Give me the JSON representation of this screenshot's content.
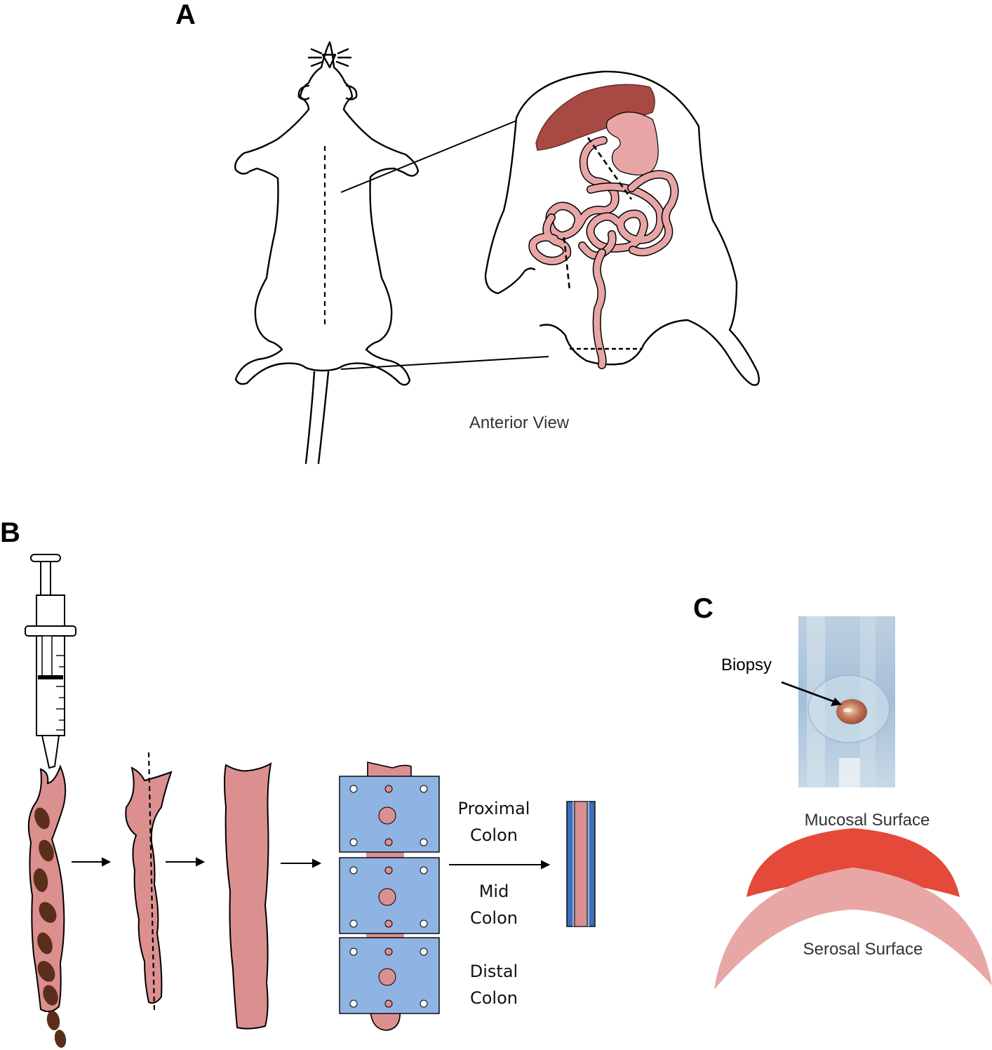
{
  "panels": {
    "a": {
      "letter": "A",
      "view_label": "Anterior View"
    },
    "b": {
      "letter": "B",
      "sections": [
        {
          "line1": "Proximal",
          "line2": "Colon"
        },
        {
          "line1": "Mid",
          "line2": "Colon"
        },
        {
          "line1": "Distal",
          "line2": "Colon"
        }
      ]
    },
    "c": {
      "letter": "C",
      "biopsy_label": "Biopsy",
      "mucosal_label": "Mucosal Surface",
      "serosal_label": "Serosal Surface"
    }
  },
  "colors": {
    "intestine": "#e8a5a5",
    "liver": "#a84a44",
    "colon_tissue": "#dc8f8f",
    "cassette": "#8fb4e3",
    "cassette_dark": "#3d6fb8",
    "feces": "#5a2e1a",
    "mucosa": "#e5493a",
    "serosa": "#e8a7a5"
  }
}
